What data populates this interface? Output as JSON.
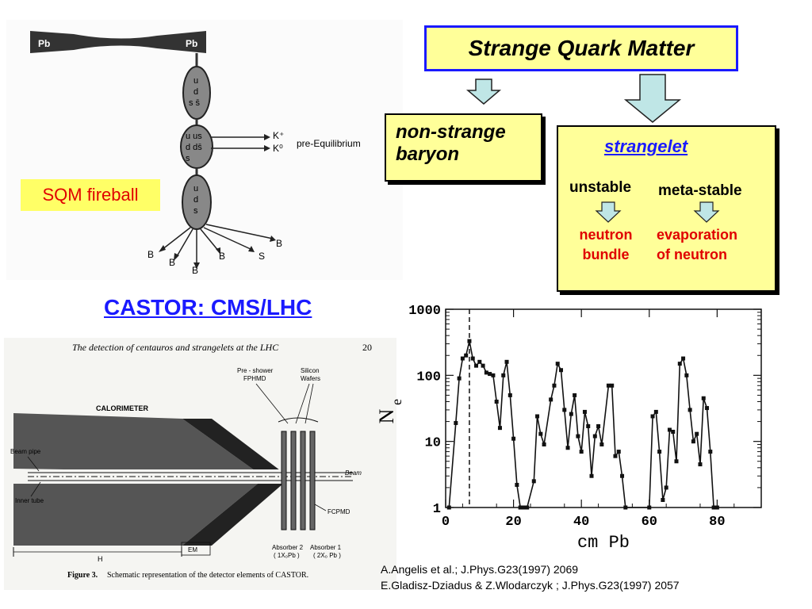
{
  "title": "Strange Quark Matter",
  "sqm_label": "SQM fireball",
  "fireball": {
    "pb_left": "Pb",
    "pb_right": "Pb",
    "blob1": [
      "u",
      "d",
      "s s̄"
    ],
    "blob2": [
      "u us",
      "d ds̄",
      "s"
    ],
    "blob3": [
      "u",
      "d",
      "s"
    ],
    "k_plus": "K⁺",
    "k_zero": "K⁰",
    "pre_equilibrium": "pre-Equilibrium",
    "products": [
      "B",
      "B",
      "B",
      "B",
      "S",
      "B"
    ]
  },
  "non_strange": [
    "non-strange",
    "baryon"
  ],
  "strangelet": {
    "title": "strangelet",
    "unstable": "unstable",
    "metastable": "meta-stable",
    "unstable_result": [
      "neutron",
      "bundle"
    ],
    "metastable_result": [
      "evaporation",
      "of neutron"
    ]
  },
  "castor_title": "CASTOR: CMS/LHC",
  "detector": {
    "header": "The detection of centauros and strangelets at the LHC",
    "page_number": "20",
    "preshower": [
      "Pre - shower",
      "FPHMD"
    ],
    "silicon": [
      "Silicon",
      "Wafers"
    ],
    "calorimeter": "CALORIMETER",
    "beam_pipe": "Beam pipe",
    "beam": "Beam",
    "inner_tube": "Inner tube",
    "fcpmd": "FCPMD",
    "absorber2": [
      "Absorber 2",
      "( 1X₀Pb )"
    ],
    "absorber1": [
      "Absorber 1",
      "( 2X₀ Pb )"
    ],
    "h_label": "H",
    "em_label": "EM",
    "caption_bold": "Figure 3.",
    "caption": "Schematic representation of the detector elements of CASTOR."
  },
  "references": [
    "A.Angelis et al.; J.Phys.G23(1997) 2069",
    "E.Gladisz-Dziadus & Z.Wlodarczyk ; J.Phys.G23(1997) 2057"
  ],
  "chart_data": {
    "type": "line",
    "xlabel": "cm  Pb",
    "ylabel": "N",
    "ylabel_sub": "e",
    "xlim": [
      0,
      93
    ],
    "ylim": [
      1,
      1000
    ],
    "yscale": "log",
    "x_ticks": [
      0,
      20,
      40,
      60,
      80
    ],
    "y_ticks": [
      1,
      10,
      100,
      1000
    ],
    "y_tick_labels": [
      "1",
      "10",
      "100",
      "1000"
    ],
    "vline_x": 7,
    "series": [
      {
        "points": [
          [
            1,
            1
          ],
          [
            3,
            19
          ],
          [
            4,
            90
          ],
          [
            5,
            180
          ],
          [
            6,
            200
          ],
          [
            7,
            330
          ],
          [
            8,
            180
          ],
          [
            9,
            140
          ],
          [
            10,
            160
          ],
          [
            11,
            140
          ],
          [
            12,
            110
          ],
          [
            13,
            105
          ],
          [
            14,
            100
          ],
          [
            15,
            40
          ],
          [
            16,
            16
          ],
          [
            17,
            100
          ],
          [
            18,
            160
          ],
          [
            19,
            50
          ],
          [
            20,
            11
          ],
          [
            21,
            2.2
          ],
          [
            22,
            1
          ],
          [
            23,
            1
          ],
          [
            24,
            1
          ],
          [
            26,
            2.5
          ],
          [
            27,
            24
          ],
          [
            28,
            13
          ],
          [
            29,
            9
          ],
          [
            31,
            43
          ],
          [
            32,
            70
          ],
          [
            33,
            150
          ],
          [
            34,
            120
          ],
          [
            35,
            30
          ],
          [
            36,
            8
          ],
          [
            37,
            26
          ],
          [
            38,
            50
          ],
          [
            39,
            12
          ],
          [
            40,
            7
          ],
          [
            41,
            28
          ],
          [
            42,
            17
          ],
          [
            43,
            3
          ],
          [
            44,
            12
          ],
          [
            45,
            17
          ],
          [
            46,
            9
          ],
          [
            48,
            70
          ],
          [
            49,
            70
          ],
          [
            50,
            6
          ],
          [
            51,
            7
          ],
          [
            52,
            3
          ],
          [
            53,
            1
          ],
          [
            60,
            1
          ],
          [
            61,
            24
          ],
          [
            62,
            28
          ],
          [
            63,
            7
          ],
          [
            64,
            1.3
          ],
          [
            65,
            2
          ],
          [
            66,
            15
          ],
          [
            67,
            14
          ],
          [
            68,
            5
          ],
          [
            69,
            150
          ],
          [
            70,
            180
          ],
          [
            71,
            100
          ],
          [
            72,
            30
          ],
          [
            73,
            10
          ],
          [
            74,
            13
          ],
          [
            75,
            4.5
          ],
          [
            76,
            45
          ],
          [
            77,
            32
          ],
          [
            78,
            7
          ],
          [
            79,
            1
          ],
          [
            80,
            1
          ]
        ]
      }
    ]
  }
}
